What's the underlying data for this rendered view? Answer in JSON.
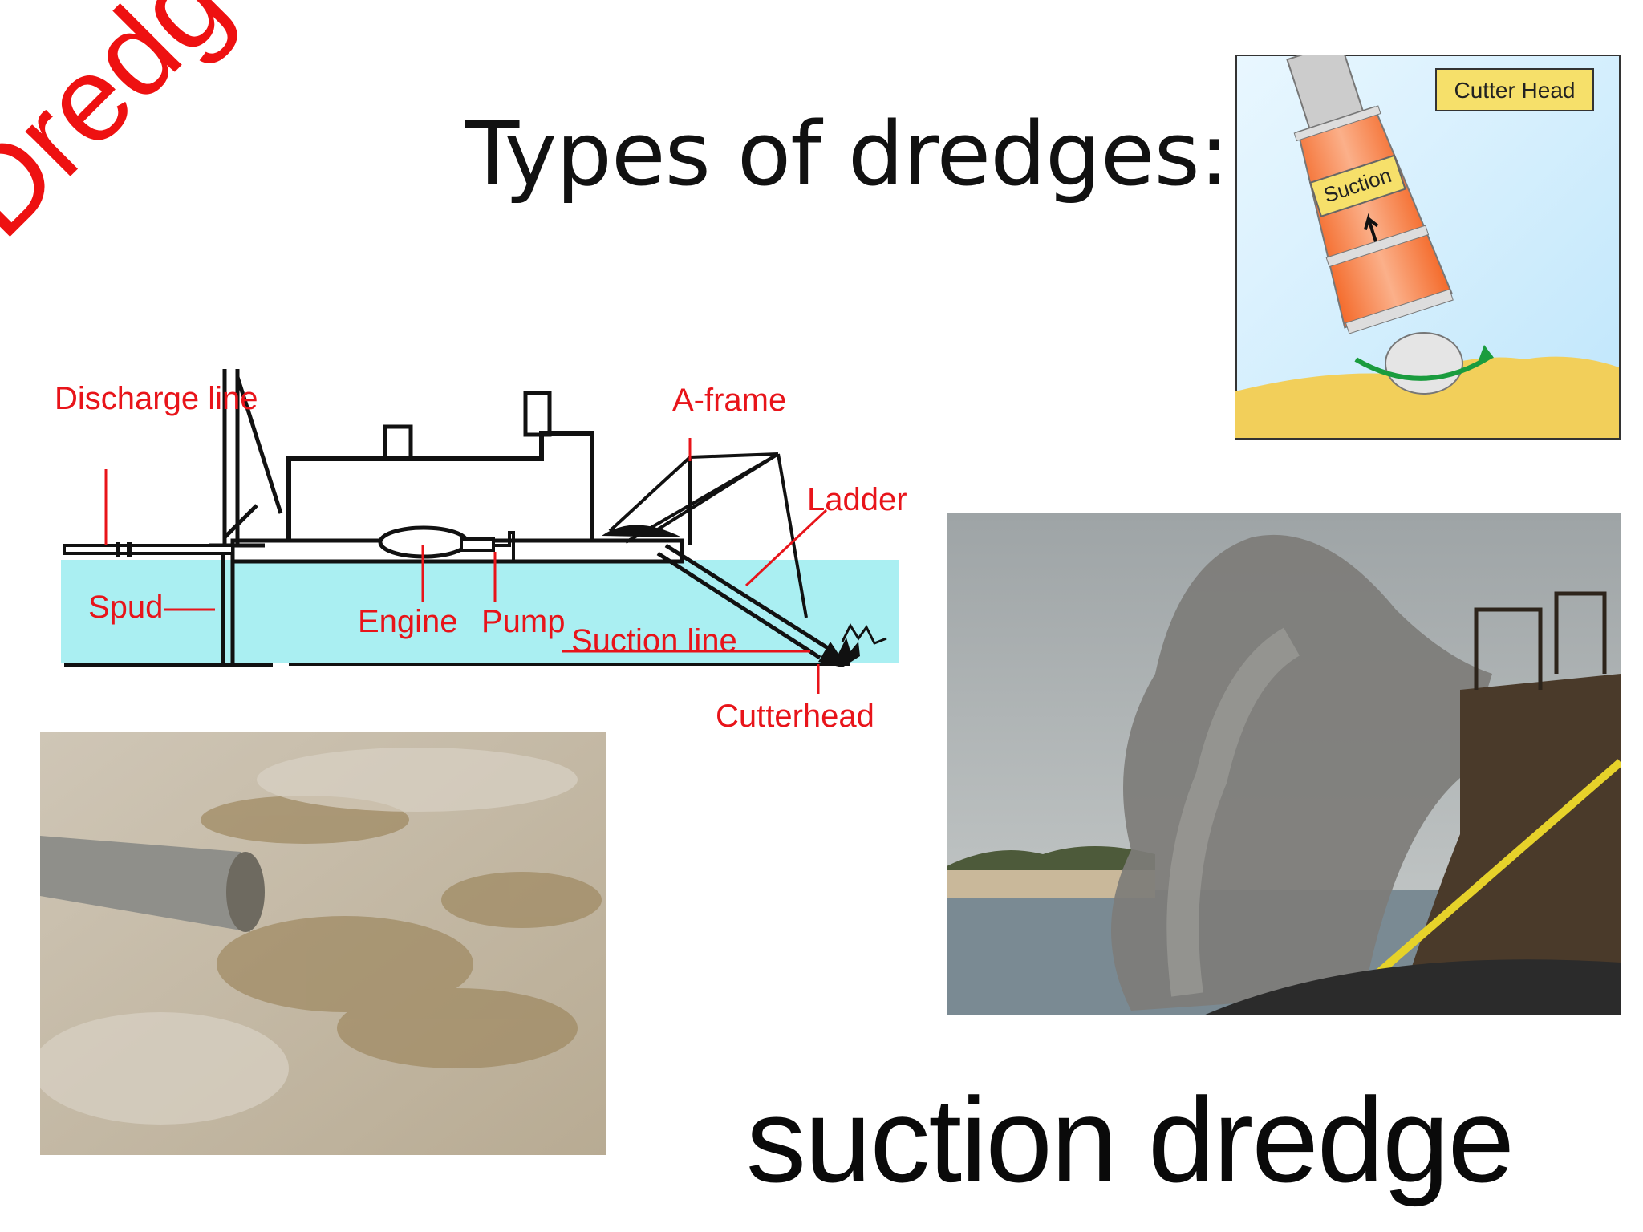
{
  "slide": {
    "title": "Types of dredges:",
    "side_word": "Dredge",
    "caption": "suction dredge"
  },
  "diagram": {
    "labels": {
      "discharge_line": "Discharge line",
      "spud": "Spud",
      "engine": "Engine",
      "pump": "Pump",
      "suction_line": "Suction line",
      "a_frame": "A-frame",
      "ladder": "Ladder",
      "cutterhead": "Cutterhead"
    }
  },
  "cutter_head_illustration": {
    "title_box": "Cutter Head",
    "pipe_label": "Suction"
  },
  "colors": {
    "accent_red": "#ee1111",
    "water": "#aaeff2",
    "label_red": "#e8141a",
    "sand": "#f2cf5a",
    "pipe_orange": "#f46a2a"
  }
}
